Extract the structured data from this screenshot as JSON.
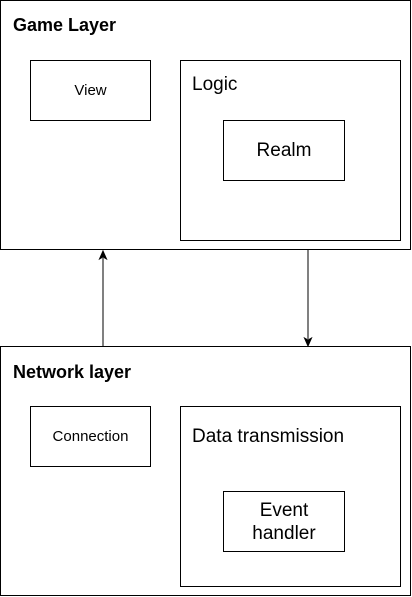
{
  "game_layer": {
    "title": "Game Layer",
    "view": "View",
    "logic": {
      "title": "Logic",
      "realm": "Realm"
    }
  },
  "network_layer": {
    "title": "Network layer",
    "connection": "Connection",
    "data_transmission": {
      "title": "Data transmission",
      "event_handler": "Event\nhandler"
    }
  },
  "arrows": [
    {
      "from": "network_layer",
      "to": "game_layer"
    },
    {
      "from": "game_layer",
      "to": "network_layer"
    }
  ]
}
